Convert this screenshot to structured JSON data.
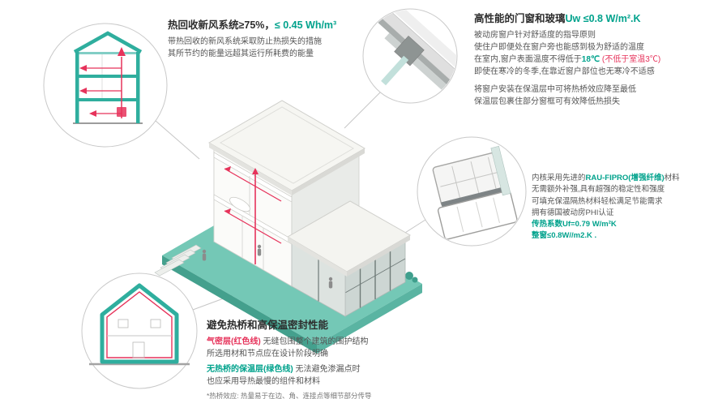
{
  "colors": {
    "accent": "#00A28C",
    "illustration_teal": "#2FAE9E",
    "red_line": "#E6335B",
    "ground_teal": "#74C8B6"
  },
  "hrv": {
    "title_main": "热回收新风系统≥75%，",
    "title_accent": "≤ 0.45 Wh/m³",
    "lines": [
      "带热回收的新风系统采取防止热损失的措施",
      "其所节约的能量远超其运行所耗费的能量"
    ]
  },
  "windows": {
    "title_main": "高性能的门窗和玻璃",
    "title_accent": "Uw ≤0.8 W/m².K",
    "p1": [
      "被动房窗户针对舒适度的指导原则",
      "使住户即便处在窗户旁也能感到极为舒适的温度"
    ],
    "line3_pre": "在室内,窗户表面温度不得低于",
    "line3_temp": "18℃ ",
    "line3_red": "(不低于室温3℃)",
    "line4": "即使在寒冷的冬季,在靠近窗户部位也无寒冷不适感",
    "p2": [
      "将窗户安装在保温层中可将热桥效应降至最低",
      "保温层包裹住部分窗框可有效降低热损失"
    ]
  },
  "profile": {
    "line1_pre": "内核采用先进的",
    "line1_accent": "RAU-FIPRO(增强纤维)",
    "line1_post": "材料",
    "lines": [
      "无需额外补强,具有超强的稳定性和强度",
      "可填充保温隔热材料轻松满足节能需求",
      "拥有德国被动房PHI认证"
    ],
    "uf": "传热系数Uf=0.79 W/m²K",
    "uw": "整窗≤0.8W//m2.K ."
  },
  "thermal": {
    "title": "避免热桥和高保温密封性能",
    "red_label": "气密层(红色线)",
    "red_rest": " 无缝包围整个建筑的围护结构",
    "line2": "所选用材和节点应在设计阶段明确",
    "green_label": "无热桥的保温层(绿色线)",
    "green_rest": " 无法避免渗漏点时",
    "line4": "也应采用导热最慢的组件和材料",
    "footnote": "*热桥效应: 热量易于在边、角、连接点等细节部分传导"
  }
}
